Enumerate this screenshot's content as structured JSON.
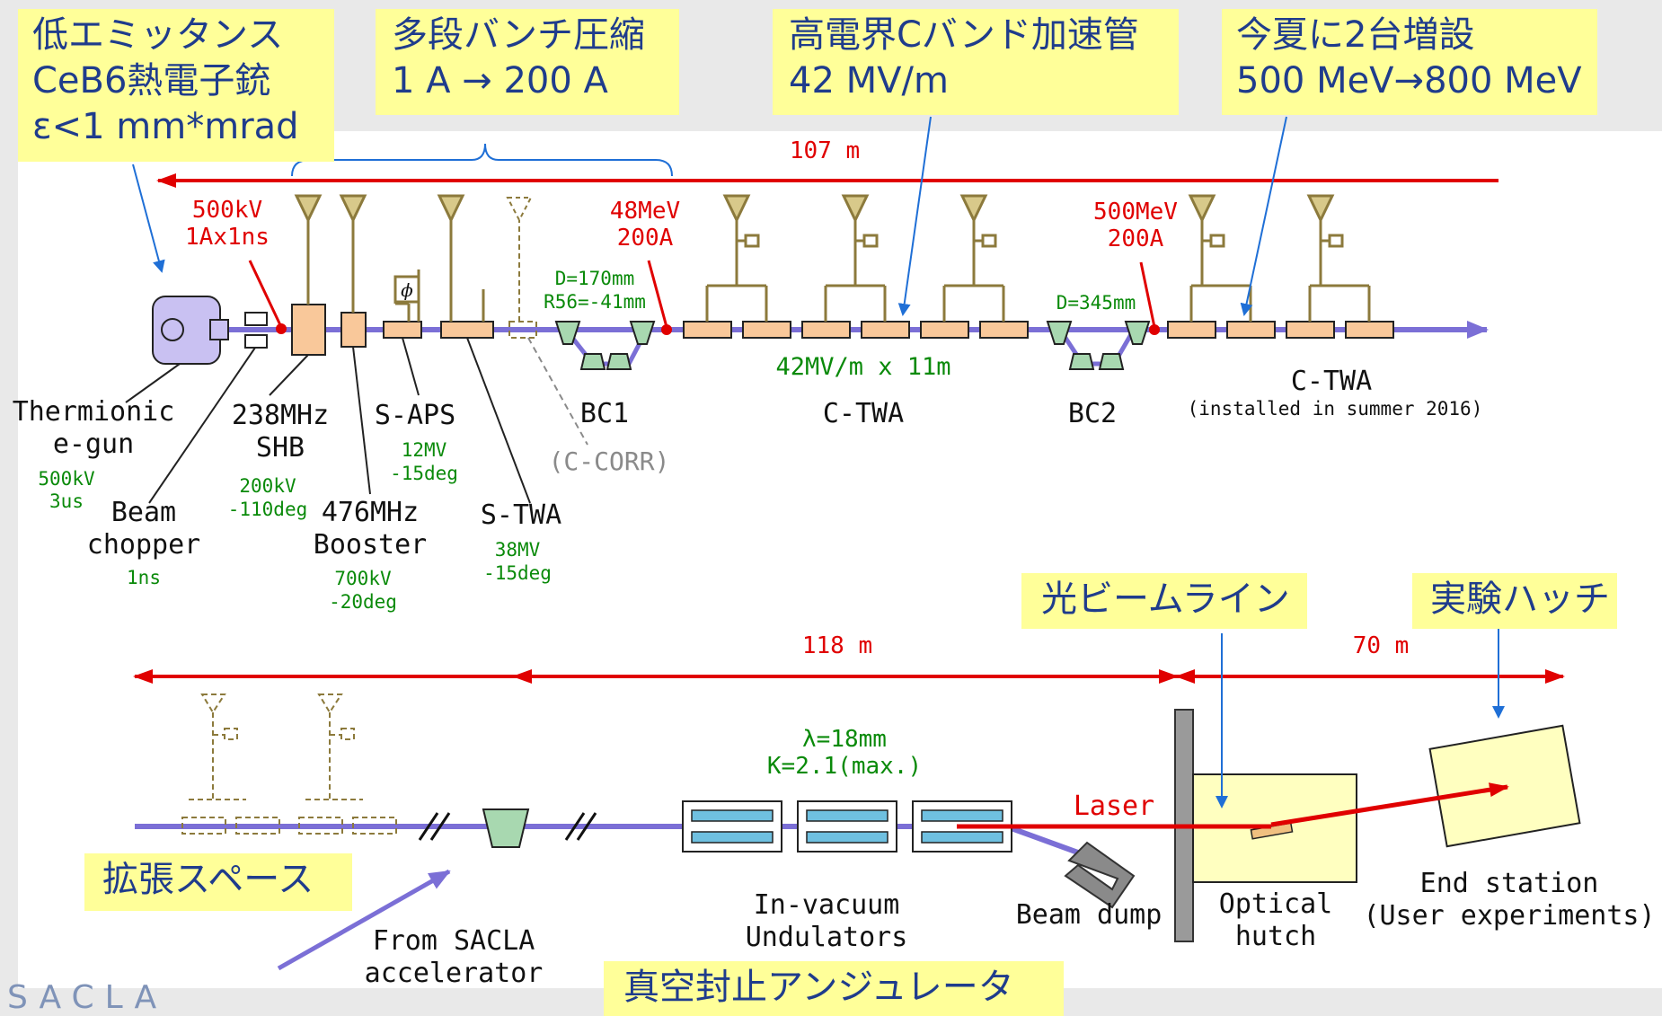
{
  "callouts": {
    "gun": [
      "低エミッタンス",
      "CeB6熱電子銃",
      "ε<1 mm*mrad"
    ],
    "compression": [
      "多段バンチ圧縮",
      "1 A → 200 A"
    ],
    "cband": [
      "高電界Cバンド加速管",
      "42 MV/m"
    ],
    "expansion": [
      "今夏に2台増設",
      "500 MeV→800 MeV"
    ],
    "beamline": "光ビームライン",
    "hutch": "実験ハッチ",
    "space": "拡張スペース",
    "undulator": "真空封止アンジュレータ"
  },
  "dimensions": {
    "linac_length": "107 m",
    "undulator_length": "118 m",
    "hutch_length": "70 m"
  },
  "beam_params": {
    "p1": [
      "500kV",
      "1Ax1ns"
    ],
    "p2": [
      "48MeV",
      "200A"
    ],
    "p3": [
      "500MeV",
      "200A"
    ],
    "bc1": [
      "D=170mm",
      "R56=-41mm"
    ],
    "bc2": "D=345mm",
    "cband_gradient": "42MV/m x 11m",
    "undulator_params": [
      "λ=18mm",
      "K=2.1(max.)"
    ],
    "laser": "Laser"
  },
  "components": {
    "egun": {
      "label": [
        "Thermionic",
        "e-gun"
      ],
      "spec": [
        "500kV",
        "3us"
      ]
    },
    "chopper": {
      "label": [
        "Beam",
        "chopper"
      ],
      "spec": [
        "1ns"
      ]
    },
    "shb": {
      "label": [
        "238MHz",
        "SHB"
      ],
      "spec": [
        "200kV",
        "-110deg"
      ]
    },
    "booster": {
      "label": [
        "476MHz",
        "Booster"
      ],
      "spec": [
        "700kV",
        "-20deg"
      ]
    },
    "saps": {
      "label": "S-APS",
      "spec": [
        "12MV",
        "-15deg"
      ]
    },
    "stwa": {
      "label": "S-TWA",
      "spec": [
        "38MV",
        "-15deg"
      ]
    },
    "ccorr": "(C-CORR)",
    "bc1": "BC1",
    "ctwa": "C-TWA",
    "bc2": "BC2",
    "ctwa2": {
      "label": "C-TWA",
      "note": "(installed in summer 2016)"
    },
    "from_sacla": [
      "From SACLA",
      "accelerator"
    ],
    "undulators": [
      "In-vacuum",
      "Undulators"
    ],
    "beam_dump": "Beam dump",
    "optical_hutch": [
      "Optical",
      "hutch"
    ],
    "end_station": [
      "End station",
      "(User experiments)"
    ]
  },
  "logo": "SACLA",
  "colors": {
    "beam": "#7b6fd6",
    "red": "#e00000",
    "green": "#0a8a0a",
    "navy": "#1f3c8c",
    "callout_bg": "#ffff99",
    "cavity": "#f9c89a",
    "rf": "#8c7a3c",
    "magnet": "#a8d8b0",
    "undulator": "#6fc0e0",
    "hutch": "#ffffc0"
  }
}
